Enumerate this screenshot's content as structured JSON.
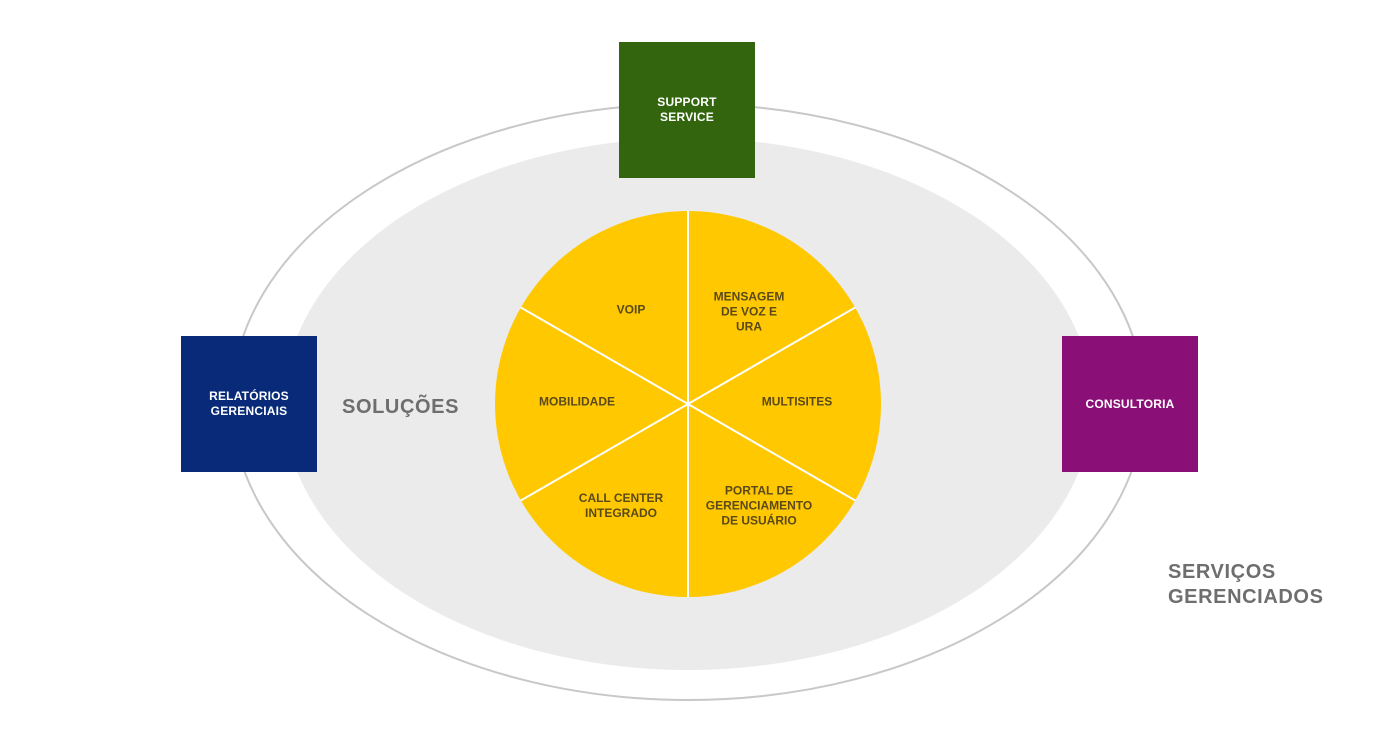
{
  "colors": {
    "outer_ring_stroke": "#c8c8c8",
    "inner_area_fill": "#ebebeb",
    "pie_fill": "#ffc800",
    "pie_divider": "#ffffff",
    "support_box": "#33650f",
    "relatorios_box": "#082a78",
    "consultoria_box": "#8a1078",
    "label_gray": "#6e6e6e"
  },
  "outer_label": "SERVIÇOS\nGERENCIADOS",
  "inner_label": "SOLUÇÕES",
  "boxes": {
    "support": "SUPPORT\nSERVICE",
    "relatorios": "RELATÓRIOS\nGERENCIAIS",
    "consultoria": "CONSULTORIA"
  },
  "segments": [
    "VOIP",
    "MENSAGEM\nDE VOZ E\nURA",
    "MULTISITES",
    "PORTAL DE\nGERENCIAMENTO\nDE USUÁRIO",
    "CALL CENTER\nINTEGRADO",
    "MOBILIDADE"
  ]
}
